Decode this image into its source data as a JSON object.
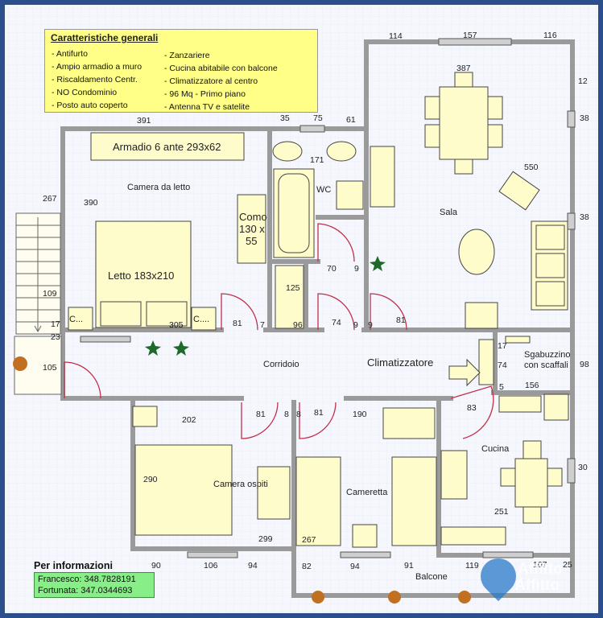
{
  "info_box": {
    "title": "Caratteristiche generali",
    "col1": [
      "- Antifurto",
      "- Ampio armadio a muro",
      "- Riscaldamento Centr.",
      "- NO Condominio",
      "- Posto auto coperto"
    ],
    "col2": [
      "- Zanzariere",
      "- Cucina abitabile con balcone",
      "- Climatizzatore al centro",
      "- 96 Mq - Primo piano",
      "- Antenna TV e satelite"
    ]
  },
  "rooms": {
    "armadio": "Armadio 6 ante 293x62",
    "camera_letto": "Camera da letto",
    "letto": "Letto 183x210",
    "comodino": [
      "Como",
      "130 x",
      "55"
    ],
    "wc": "WC",
    "sala": "Sala",
    "corridoio": "Corridoio",
    "climatizzatore": "Climatizzatore",
    "sgabuzzino": [
      "Sgabuzzino",
      "con scaffali"
    ],
    "camera_ospiti": "Camera ospiti",
    "cameretta": "Cameretta",
    "cucina": "Cucina",
    "balcone": "Balcone",
    "c_left": "C...",
    "c_right": "C...."
  },
  "dimensions": [
    "114",
    "157",
    "116",
    "12",
    "387",
    "38",
    "391",
    "35",
    "75",
    "61",
    "171",
    "550",
    "38",
    "267",
    "390",
    "125",
    "70",
    "9",
    "109",
    "17",
    "23",
    "105",
    "81",
    "7",
    "96",
    "74",
    "9",
    "9",
    "81",
    "17",
    "98",
    "74",
    "5",
    "156",
    "305",
    "202",
    "81",
    "8",
    "8",
    "81",
    "190",
    "83",
    "30",
    "290",
    "251",
    "299",
    "267",
    "90",
    "106",
    "94",
    "82",
    "94",
    "91",
    "119",
    "107",
    "25"
  ],
  "contact": {
    "heading": "Per informazioni",
    "lines": [
      "Francesco: 348.7828191",
      "Fortunata: 347.0344693"
    ]
  },
  "watermark": {
    "line1": "Affitto",
    "line2": "Affitto",
    "icon": "home-pin-icon"
  },
  "colors": {
    "background": "#2a4f8c",
    "paper": "#f4f6fc",
    "grid": "#c8cde6",
    "wall": "#9a9a9a",
    "furniture": "#fffccc",
    "door": "#c0304a",
    "info_box": "#ffff88",
    "contact_box": "#88ee88"
  }
}
